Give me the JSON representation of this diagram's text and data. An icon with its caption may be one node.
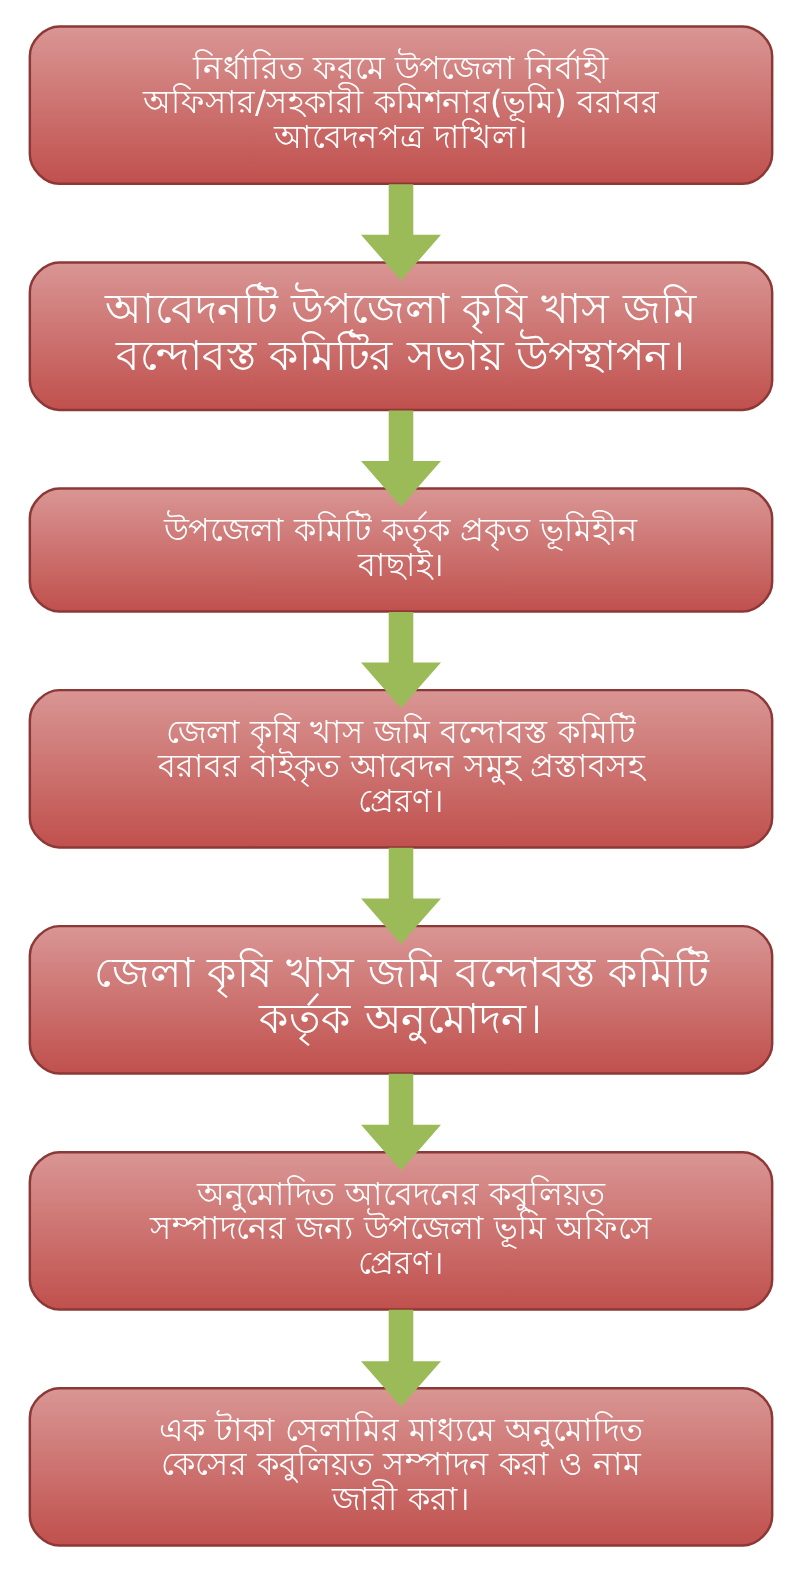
{
  "diagram": {
    "nodes": [
      {
        "text": [
          "নির্ধারিত ফরমে উপজেলা নির্বাহী অফিসার/সহকারী কমিশনার(ভূমি) বরাবর আবেদনপত্র দাখিল।"
        ]
      },
      {
        "text": [
          "আবেদনটি উপজেলা কৃষি খাস জমি বন্দোবস্ত কমিটির সভায় উপস্থাপন।"
        ]
      },
      {
        "text": [
          "উপজেলা কমিটি কর্তৃক প্রকৃত ভূমিহীন বাছাই।"
        ]
      },
      {
        "text": [
          "জেলা কৃষি খাস জমি বন্দোবস্ত কমিটি বরাবর বাইকৃত আবেদন সমুহ প্রস্তাবসহ প্রেরণ।"
        ]
      },
      {
        "text": [
          "জেলা কৃষি খাস জমি বন্দোবস্ত কমিটি কর্তৃক অনুমোদন।"
        ]
      },
      {
        "text": [
          "অনুমোদিত আবেদনের কবুলিয়ত সম্পাদনের জন্য উপজেলা ভূমি অফিসে প্রেরণ।"
        ]
      },
      {
        "text": [
          "এক টাকা সেলামির মাধ্যমে অনুমোদিত কেসের কবুলিয়ত সম্পাদন করা ও নাম জারী করা।"
        ]
      }
    ],
    "edges": [
      {
        "from": 0,
        "to": 1,
        "arrow": "to"
      },
      {
        "from": 1,
        "to": 2,
        "arrow": "to"
      },
      {
        "from": 2,
        "to": 3,
        "arrow": "to"
      },
      {
        "from": 3,
        "to": 4,
        "arrow": "to"
      },
      {
        "from": 4,
        "to": 5,
        "arrow": "to"
      },
      {
        "from": 5,
        "to": 6,
        "arrow": "to"
      }
    ]
  }
}
